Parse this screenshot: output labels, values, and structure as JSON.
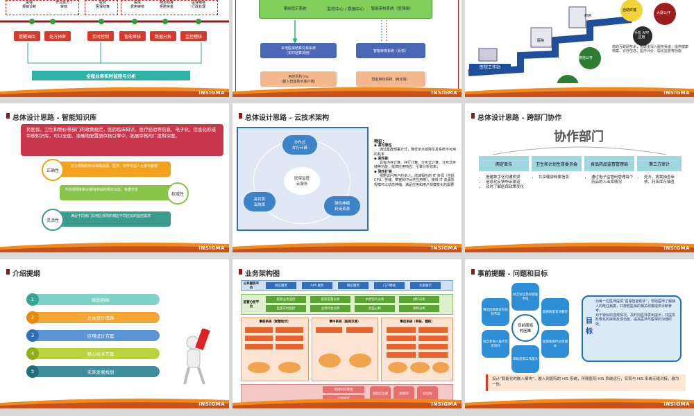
{
  "logo": "INSIGMA",
  "colors": {
    "accent": "#8b1a1a",
    "orange": "#f0a500",
    "teal": "#5bb6a3",
    "green": "#8ac33e",
    "blue": "#1f5fa8"
  },
  "s1": {
    "top_items": [
      "医保\n报销诊断",
      "开具处方 /\n审核",
      "收费\n医保结算",
      "医院\n费用审核",
      "两定结算\n拒赔资金",
      "医保稽核\n行政处理"
    ],
    "red_buttons": [
      "提醒调阅",
      "处方预审"
    ],
    "red_buttons2": [
      "实时控制"
    ],
    "red_buttons3": [
      "智能审核",
      "数据分析",
      "监控稽核"
    ],
    "bar": "全程业务实时监控与分析"
  },
  "s2": {
    "top_green": "监控中心 / 数据中心",
    "mid_left": "事前提示系统",
    "mid_right": "智能审核系统（医保端）",
    "blue_left": "本地医保结算交易系统\n（实时结算调用）",
    "blue_right": "智能审核系统（反馈）",
    "bot_left": "两定机构 his\n（嵌入智能助手客户端）",
    "bot_right": "智能审核系统（两定端）"
  },
  "s3": {
    "labels": [
      "医院工作站",
      "医院",
      "药店",
      "自助终端",
      "大屏公开",
      "手机 APP\n应用",
      "微信公开",
      "网站公开"
    ],
    "desc": "借助互联网技术，构建多深入服务渠道，提供健康档案、诊疗信息、医疗评价、舆论监督等功能"
  },
  "s4": {
    "title": "总体设计思路 - 智能知识库",
    "banner": "将医保、卫生和物价等部门的政策规定，医药临床知识、医疗经验等信息，电子化、信息化形成审核知识库，可以全面、准确地配置到审核引擎中，拓展审核的广度和深度。",
    "rows": [
      {
        "tag": "正确性",
        "text": "符合规则和知识准确来源、医学、药学专业人士参与整理"
      },
      {
        "tag": "权威性",
        "text": "所有规则和知识都有权威的规定出处，有据可查"
      },
      {
        "tag": "灵活性",
        "text": "满足不同部门及地区规则的相应不同应关的监控需求"
      }
    ]
  },
  "s5": {
    "title": "总体设计思路 - 云技术架构",
    "center": "医保监管\n云服务",
    "nodes": [
      "分布式\n并行计算",
      "高可靠\n高效率",
      "弹性伸缩\n利用资源"
    ],
    "heading": "特征：",
    "bullets": [
      {
        "b": "◆ 高可靠性",
        "t": "通过集群部署方式，降低单点故障引发系统不可用的机率"
      },
      {
        "b": "◆ 高性能",
        "t": "具有内存计算、并行计算、分布式计算、分布式存储等功能，提高应用响应、引擎分析效率；"
      },
      {
        "b": "◆ 弹性扩展",
        "t": "根据访问用户的多少，增减相应的 IT 资源（包括 CPU、存储、带宽和中间件应用等），使得 IT 资源的规模可以动态伸缩，满足应用和用户规模变化的需要"
      }
    ]
  },
  "s6": {
    "title": "总体设计思路 - 跨部门协作",
    "big": "协作部门",
    "cols": [
      {
        "head": "两定单位",
        "items": [
          "搭建数字化沟通桥梁",
          "信息化反馈申诉渠道",
          "及时了解医保政策变化"
        ]
      },
      {
        "head": "卫生和计划生育委员会",
        "items": [
          "共享健康档案信息"
        ]
      },
      {
        "head": "食品药品监督管理局",
        "items": [
          "通过电子监管码管理每个药品的入出库情况"
        ]
      },
      {
        "head": "第三方审计",
        "items": [
          "处方、病案抽查审核、药店库存抽查"
        ]
      }
    ]
  },
  "s7": {
    "title": "介绍提纲",
    "items": [
      {
        "n": "1",
        "t": "规划目标"
      },
      {
        "n": "2",
        "t": "总体设计思路"
      },
      {
        "n": "3",
        "t": "应用设计方案"
      },
      {
        "n": "4",
        "t": "核心技术方案"
      },
      {
        "n": "5",
        "t": "未来发展规划"
      }
    ]
  },
  "s8": {
    "title": "业务架构图",
    "row1_label": "公共服务平台",
    "row1": [
      "短信服务",
      "APP 服务",
      "微信服务",
      "门户网站",
      "大屏展示"
    ],
    "row2_label": "监管分析平台",
    "row2": [
      "医保业务监控",
      "医保监管分析",
      "中药饮片分析",
      "材料分析",
      "监管实时监控",
      "业务综合分析",
      "药品分析",
      "病种分析"
    ],
    "sys": [
      "事前系统（智慧助诊）",
      "事中系统（医保交易）",
      "事后系统（审核、稽核）"
    ],
    "bottom": [
      "规则知识管理",
      "计划调度",
      "基础信息库",
      "规则库",
      "知识库"
    ]
  },
  "s9": {
    "title": "事前提醒 - 问题和目标",
    "center": "目前面临\n的困难",
    "hex": [
      "缺乏对信息的管理手段",
      "医保政策变动繁杂",
      "医保政策传达周期长",
      "审核反馈工作量大",
      "缺乏参保人医疗历史资料",
      "事后抗款模式有效性不高"
    ],
    "target_label": "目\n标",
    "target": "为每一位医师提供“医保智能助手”，帮助医师了解病人的既往病案，并按照医保的相关政策提供诊断参考。\n对于疑似的违规情况，及时向医师发出提示，并提供影像化的审核反馈功能，提高医师与医保的沟通时效。",
    "foot": "设计“智能化的嵌入模块”，嵌入到医院的 HIS 系统，伴随医院 HIS 系统运行，实现与 HIS 系统无缝对接，融为一体。"
  }
}
